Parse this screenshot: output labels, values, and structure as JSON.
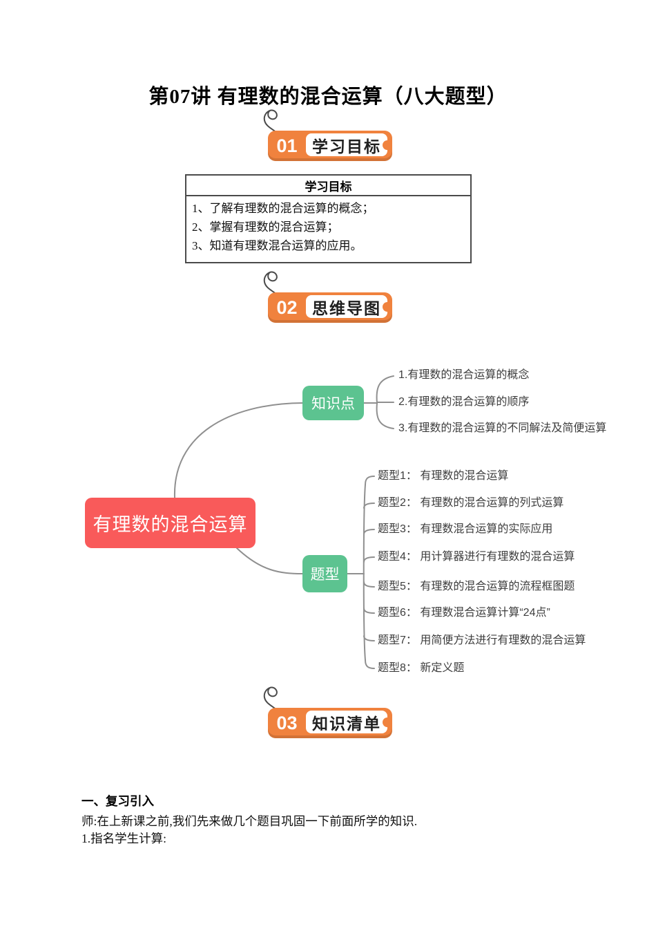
{
  "page": {
    "title": "第07讲 有理数的混合运算（八大题型）"
  },
  "sections": [
    {
      "number": "01",
      "label": "学习目标"
    },
    {
      "number": "02",
      "label": "思维导图"
    },
    {
      "number": "03",
      "label": "知识清单"
    }
  ],
  "objectives_table": {
    "header": "学习目标",
    "items": [
      "1、了解有理数的混合运算的概念；",
      "2、掌握有理数的混合运算；",
      "3、知道有理数混合运算的应用。"
    ]
  },
  "mindmap": {
    "root": "有理数的混合运算",
    "branches": [
      {
        "label": "知识点",
        "children": [
          "1.有理数的混合运算的概念",
          "2.有理数的混合运算的顺序",
          "3.有理数的混合运算的不同解法及简便运算"
        ]
      },
      {
        "label": "题型",
        "children": [
          "题型1： 有理数的混合运算",
          "题型2： 有理数的混合运算的列式运算",
          "题型3： 有理数混合运算的实际应用",
          "题型4： 用计算器进行有理数的混合运算",
          "题型5： 有理数的混合运算的流程框图题",
          "题型6： 有理数混合运算计算“24点”",
          "题型7： 用简便方法进行有理数的混合运算",
          "题型8： 新定义题"
        ]
      }
    ]
  },
  "review": {
    "heading": "一、复习引入",
    "line1": "师:在上新课之前,我们先来做几个题目巩固一下前面所学的知识.",
    "line2": "1.指名学生计算:"
  },
  "colors": {
    "badge_orange": "#F0823E",
    "root_red": "#F95A5A",
    "branch_green": "#5CC390",
    "connector_gray": "#8F8F8F"
  }
}
